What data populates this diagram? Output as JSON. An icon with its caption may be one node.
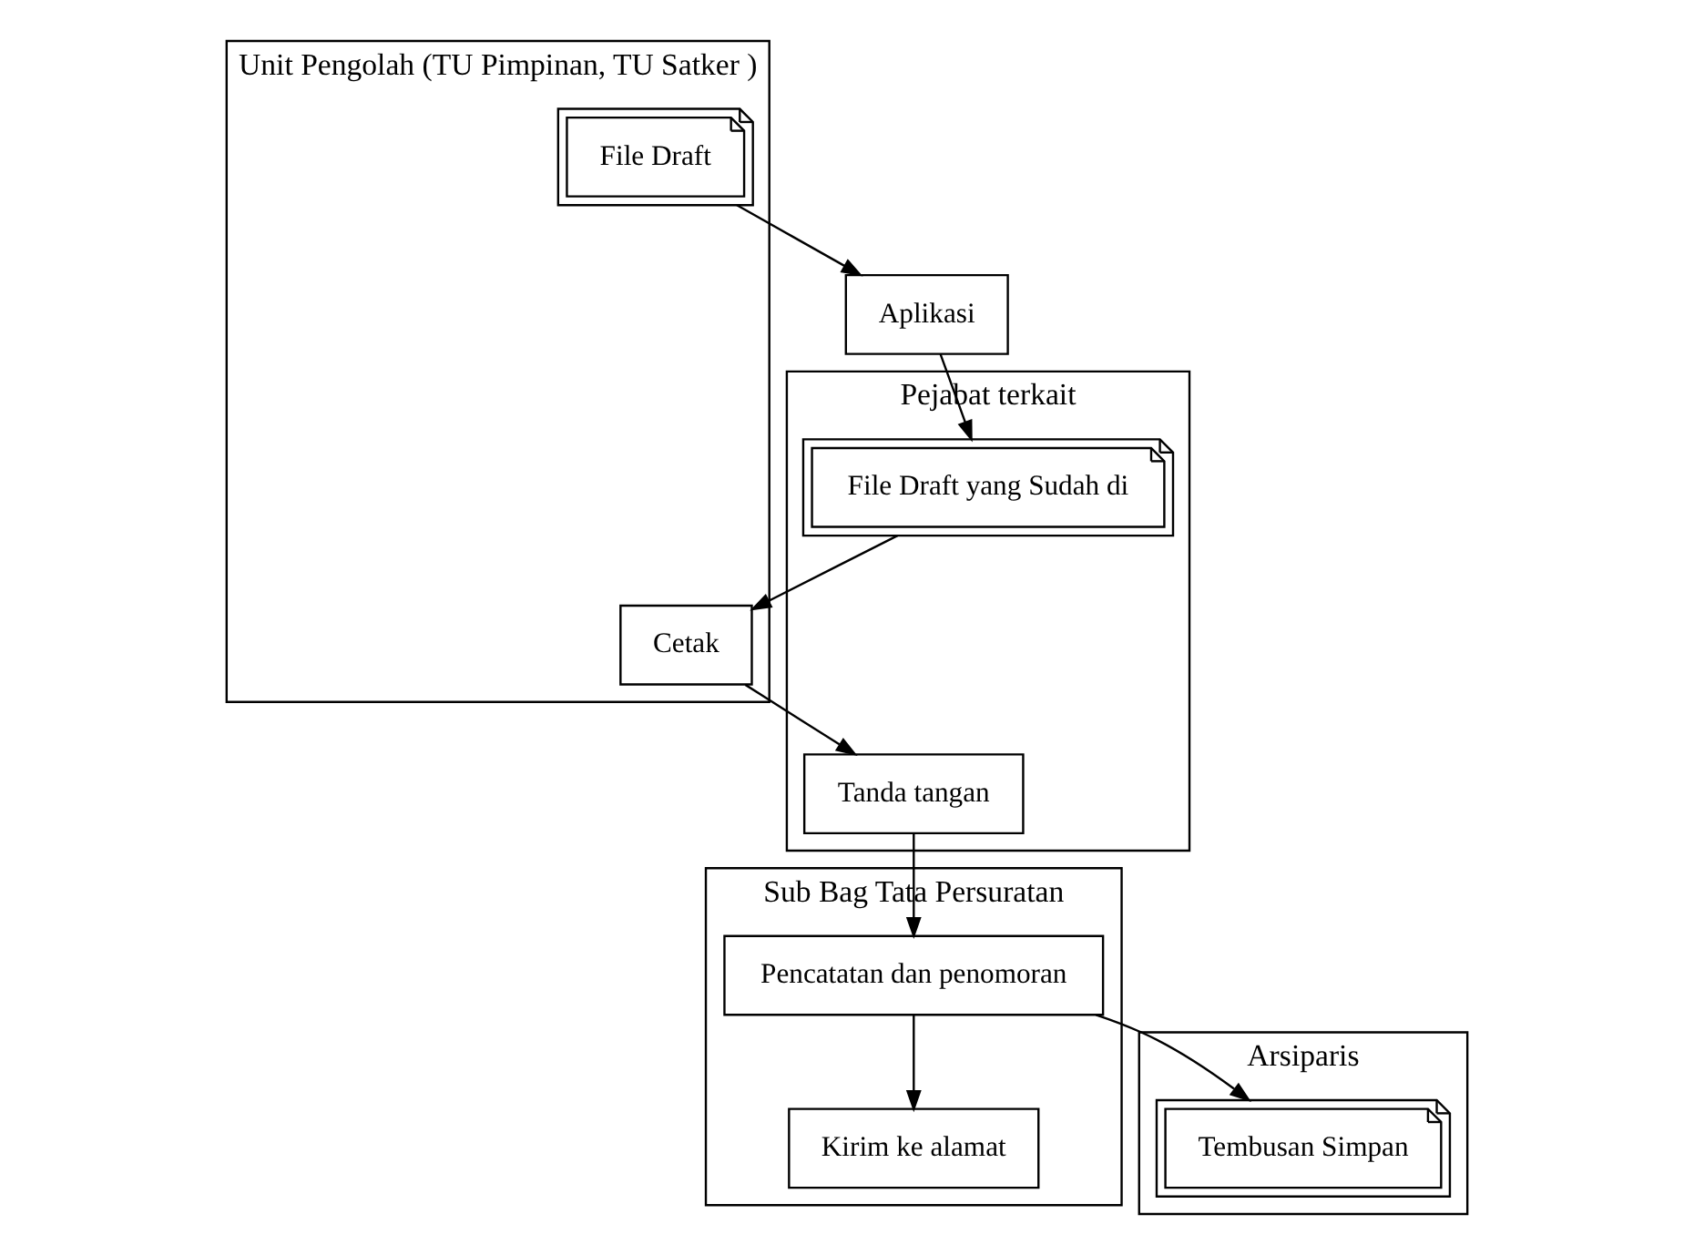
{
  "diagram": {
    "nodes": [
      {
        "text": [
          "Unit Pengolah (TU Pimpinan, TU Satker )"
        ]
      },
      {
        "text": [
          "File Draft"
        ],
        "in": 0
      },
      {
        "text": [
          "Cetak"
        ],
        "in": 0
      },
      {
        "text": [
          "Pejabat terkait"
        ]
      },
      {
        "text": [
          "File Draft yang Sudah di"
        ],
        "in": 3
      },
      {
        "text": [
          "Tanda tangan"
        ],
        "in": 3
      },
      {
        "text": [
          "Sub Bag Tata Persuratan"
        ]
      },
      {
        "text": [
          "Pencatatan dan penomoran"
        ],
        "in": 6
      },
      {
        "text": [
          "Kirim ke alamat"
        ],
        "in": 6
      },
      {
        "text": [
          "Arsiparis"
        ]
      },
      {
        "text": [
          "Tembusan Simpan"
        ],
        "in": 9
      },
      {
        "text": [
          "Aplikasi"
        ]
      }
    ],
    "edges": [
      {
        "from": 1,
        "to": 11,
        "arrow": "to"
      },
      {
        "from": 11,
        "to": 4,
        "arrow": "to"
      },
      {
        "from": 4,
        "to": 2,
        "arrow": "to"
      },
      {
        "from": 2,
        "to": 5,
        "arrow": "to"
      },
      {
        "from": 5,
        "to": 7,
        "arrow": "to"
      },
      {
        "from": 7,
        "to": 10,
        "arrow": "to"
      },
      {
        "from": 7,
        "to": 8,
        "arrow": "to"
      }
    ]
  }
}
